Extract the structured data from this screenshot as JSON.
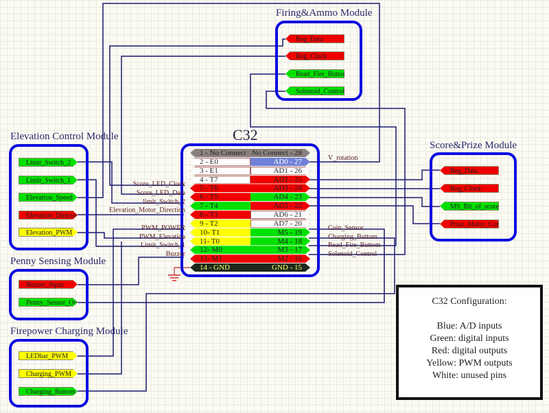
{
  "colors": {
    "blue": "#6f80d8",
    "green": "#00e000",
    "red": "#f00000",
    "yellow": "#ffff00",
    "white": "#ffffff",
    "gray": "#8a8080",
    "black": "#1c2a1c",
    "module_border": "#0a0ae0",
    "wire": "#1a1a70"
  },
  "chip": {
    "title": "C32",
    "left_pins": [
      {
        "label": "1 - No Connect",
        "color": "gray"
      },
      {
        "label": "2 - E0",
        "color": "white"
      },
      {
        "label": "3 - E1",
        "color": "white"
      },
      {
        "label": "4 - T7",
        "color": "white"
      },
      {
        "label": "5 - T6",
        "color": "red"
      },
      {
        "label": "6 - T5",
        "color": "red"
      },
      {
        "label": "7 - T4",
        "color": "green"
      },
      {
        "label": "8 - T3",
        "color": "red"
      },
      {
        "label": "9 - T2",
        "color": "yellow"
      },
      {
        "label": "10- T1",
        "color": "yellow"
      },
      {
        "label": "11- T0",
        "color": "yellow"
      },
      {
        "label": "12- M0",
        "color": "green"
      },
      {
        "label": "13- M1",
        "color": "red"
      },
      {
        "label": "14 - GND",
        "color": "black"
      }
    ],
    "right_pins": [
      {
        "label": "No Connect - 28",
        "color": "gray"
      },
      {
        "label": "AD0 - 27",
        "color": "blue"
      },
      {
        "label": "AD1 - 26",
        "color": "white"
      },
      {
        "label": "AD2 - 25",
        "color": "red"
      },
      {
        "label": "AD3 - 24",
        "color": "red"
      },
      {
        "label": "AD4 - 23",
        "color": "green"
      },
      {
        "label": "AD5 - 22",
        "color": "red"
      },
      {
        "label": "AD6 - 21",
        "color": "white"
      },
      {
        "label": "AD7 - 20",
        "color": "white"
      },
      {
        "label": "M5 - 19",
        "color": "green"
      },
      {
        "label": "M4 - 18",
        "color": "green"
      },
      {
        "label": "M3 - 17",
        "color": "green"
      },
      {
        "label": "M2 - 16",
        "color": "red"
      },
      {
        "label": "GND - 15",
        "color": "black"
      }
    ]
  },
  "net_labels_left": [
    "Score_LED_Clock",
    "Score_LED_Data",
    "limit_Switch_2",
    "Elevation_Motor_Direction",
    "PWM_POWER",
    "PWM_Elevation",
    "Limit_Switch_1",
    "Buzzer"
  ],
  "net_labels_right": [
    "V_rotation",
    "Coin_Sensor",
    "Charging_Buttom",
    "Read_Fire_Buttom",
    "Solenoid_Control"
  ],
  "modules": [
    {
      "title": "Firing&Ammo Module",
      "ports": [
        {
          "label": "Reg_Data",
          "color": "red"
        },
        {
          "label": "Reg_Clock",
          "color": "red"
        },
        {
          "label": "Read_Fire_Buttom",
          "color": "green"
        },
        {
          "label": "Solenoid_Control",
          "color": "green"
        }
      ]
    },
    {
      "title": "Elevation Control Module",
      "ports": [
        {
          "label": "Limit_Switch_2",
          "color": "green"
        },
        {
          "label": "Limit_Switch_1",
          "color": "green"
        },
        {
          "label": "Elevation_Speed",
          "color": "green"
        },
        {
          "label": "Elevation_Direction",
          "color": "red"
        },
        {
          "label": "Elevation_PWM",
          "color": "yellow"
        }
      ]
    },
    {
      "title": "Penny Sensing Module",
      "ports": [
        {
          "label": "Buzzer_Input",
          "color": "red"
        },
        {
          "label": "Penny_Sensor_Output",
          "color": "green"
        }
      ]
    },
    {
      "title": "Firepower Charging Module",
      "ports": [
        {
          "label": "LEDbar_PWM",
          "color": "yellow"
        },
        {
          "label": "Charging_PWM",
          "color": "yellow"
        },
        {
          "label": "Charging_Buttom",
          "color": "green"
        }
      ]
    },
    {
      "title": "Score&Prize Module",
      "ports": [
        {
          "label": "Reg_Data",
          "color": "red"
        },
        {
          "label": "Reg_Clock",
          "color": "red"
        },
        {
          "label": "MS_Bit_of_score",
          "color": "green"
        },
        {
          "label": "Prize_Motor_Control",
          "color": "red"
        }
      ]
    }
  ],
  "config": {
    "title": "C32 Configuration:",
    "lines": [
      "Blue: A/D inputs",
      "Green: digital inputs",
      "Red: digital outputs",
      "Yellow: PWM outputs",
      "White: unused pins"
    ]
  }
}
